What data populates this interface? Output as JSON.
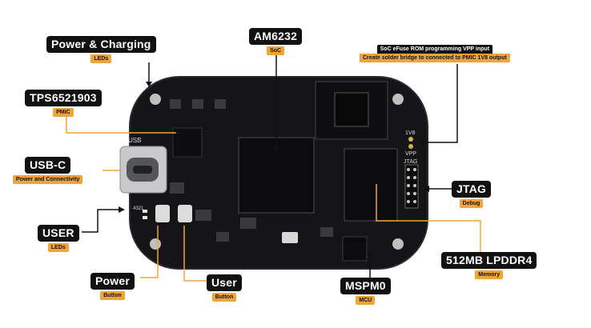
{
  "colors": {
    "board": "#151518",
    "board_edge": "#2a2a2e",
    "label_bg": "#111111",
    "sublabel_bg": "#f2a33a",
    "leader_line": "#f2a33a",
    "arrow": "#111111"
  },
  "callouts": {
    "power_charging": {
      "title": "Power & Charging",
      "sub": "LEDs"
    },
    "pmic": {
      "title": "TPS6521903",
      "sub": "PMIC"
    },
    "usbc": {
      "title": "USB-C",
      "sub": "Power and Connectivity"
    },
    "user_leds": {
      "title": "USER",
      "sub": "LEDs"
    },
    "power_button": {
      "title": "Power",
      "sub": "Button"
    },
    "user_button": {
      "title": "User",
      "sub": "Button"
    },
    "soc": {
      "title": "AM6232",
      "sub": "SoC"
    },
    "mcu": {
      "title": "MSPM0",
      "sub": "MCU"
    },
    "memory": {
      "title": "512MB LPDDR4",
      "sub": "Memory"
    },
    "jtag": {
      "title": "JTAG",
      "sub": "Debug"
    },
    "efuse": {
      "line1": "SoC eFuse ROM programming VPP input",
      "line2": "Create solder bridge to connected to PMIC 1V8 output"
    }
  },
  "silkscreen": {
    "usb": "USB",
    "vpp_1v8": "1V8",
    "vpp": "VPP",
    "jtag": "JTAG",
    "leds": "4321"
  }
}
